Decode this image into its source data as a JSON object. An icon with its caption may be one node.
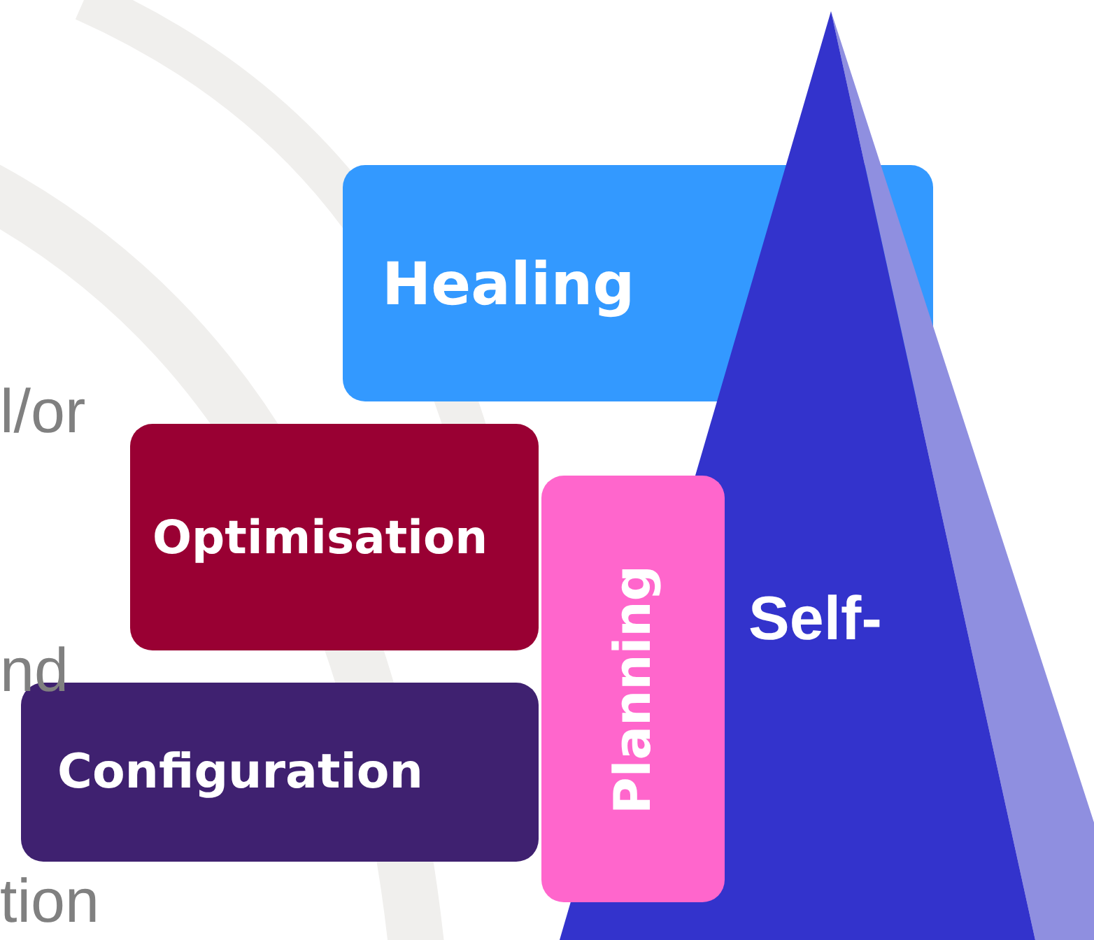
{
  "diagram": {
    "nodes": [
      {
        "text": [
          "Healing"
        ]
      },
      {
        "text": [
          "Optimisation"
        ]
      },
      {
        "text": [
          "Configuration"
        ]
      },
      {
        "text": [
          "Planning"
        ]
      },
      {
        "text": [
          "Self-"
        ]
      }
    ],
    "labels": [
      "l/or",
      "nd",
      "tion"
    ]
  }
}
